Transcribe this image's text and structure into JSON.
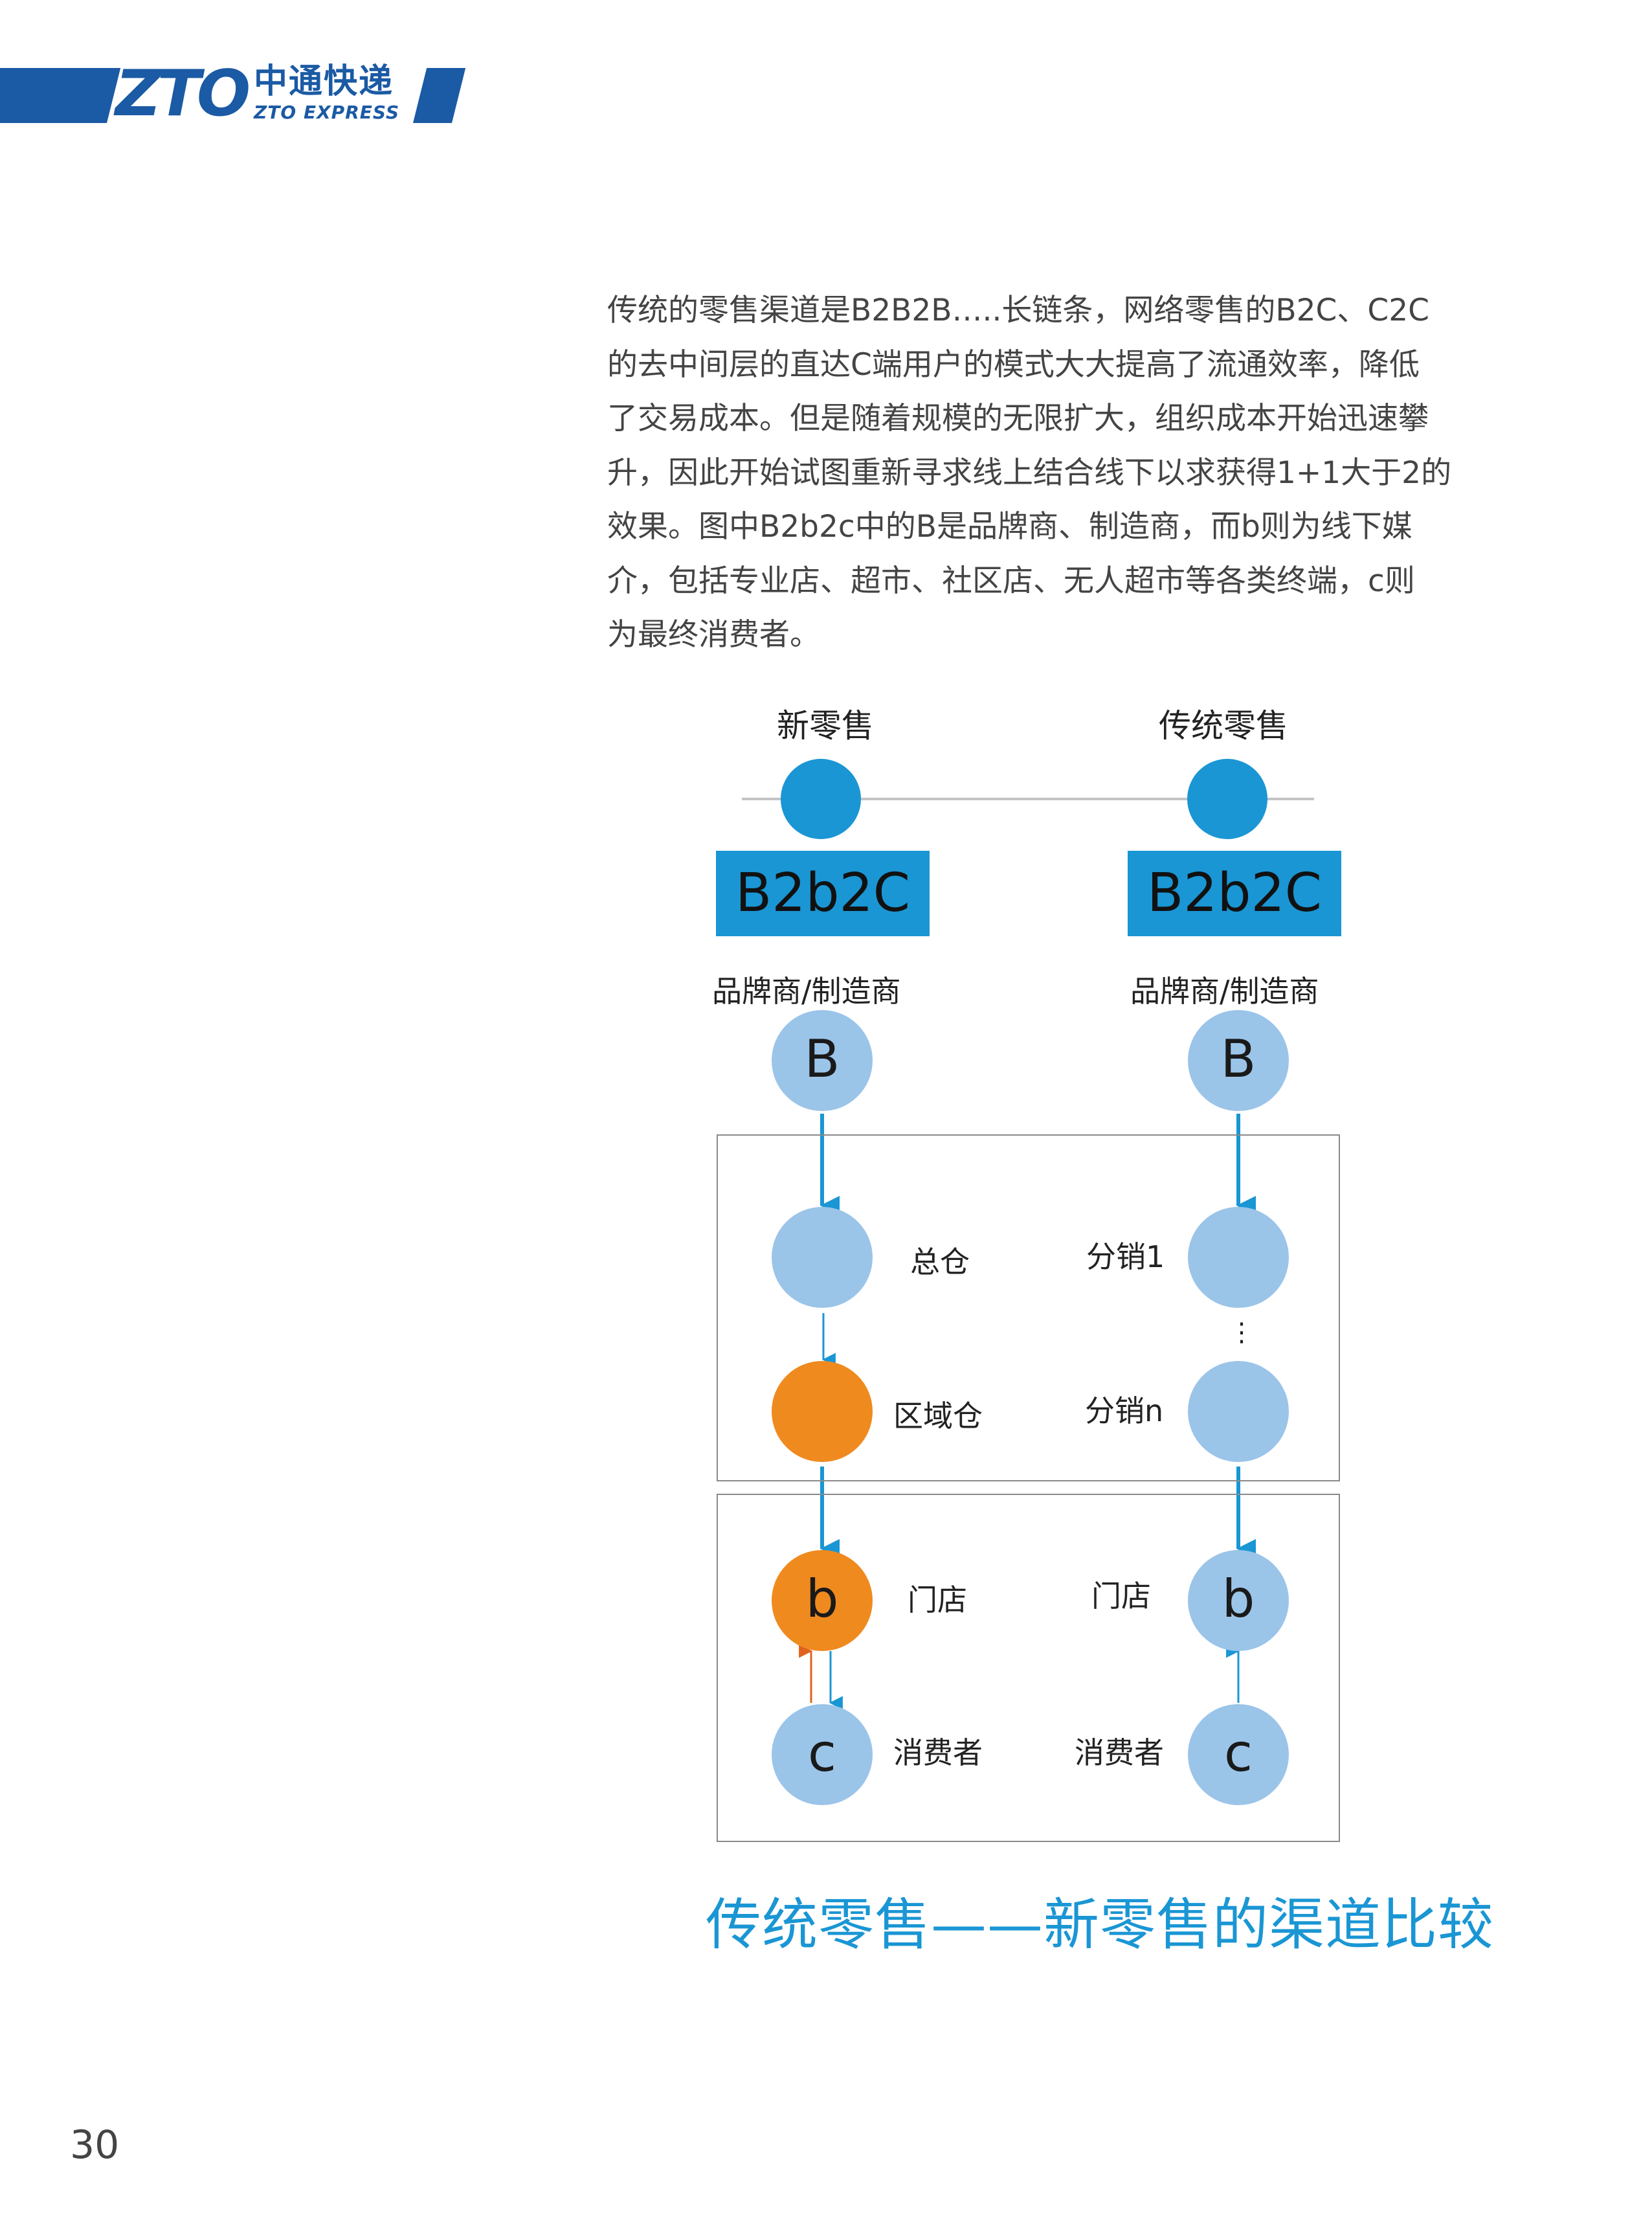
{
  "header": {
    "logo_mark": "ZTO",
    "logo_cn": "中通快递",
    "logo_en": "ZTO EXPRESS"
  },
  "body_text": {
    "lines": [
      "传统的零售渠道是B2B2B…..长链条，网络零售的B2C、C2C",
      "的去中间层的直达C端用户的模式大大提高了流通效率，降低",
      "了交易成本。但是随着规模的无限扩大，组织成本开始迅速攀",
      "升，因此开始试图重新寻求线上结合线下以求获得1+1大于2的",
      "效果。图中B2b2c中的B是品牌商、制造商，而b则为线下媒",
      "介，包括专业店、超市、社区店、无人超市等各类终端，c则",
      "为最终消费者。"
    ]
  },
  "diagram": {
    "left_column": {
      "title": "新零售",
      "model": "B2b2C",
      "brand_label": "品牌商/制造商",
      "brand_node": "B",
      "warehouse_label": "总仓",
      "regional_label": "区域仓",
      "store_label": "门店",
      "store_node": "b",
      "consumer_label": "消费者",
      "consumer_node": "c"
    },
    "right_column": {
      "title": "传统零售",
      "model": "B2b2C",
      "brand_label": "品牌商/制造商",
      "brand_node": "B",
      "distributor1_label": "分销1",
      "ellipsis": "⋮",
      "distributorn_label": "分销n",
      "store_label": "门店",
      "store_node": "b",
      "consumer_label": "消费者",
      "consumer_node": "c"
    },
    "colors": {
      "accent_blue": "#1a96d4",
      "node_light_blue": "#9bc4e9",
      "node_orange": "#ef8a1f",
      "arrow_up_orange": "#e0621c"
    }
  },
  "caption": "传统零售——新零售的渠道比较",
  "page_number": "30"
}
